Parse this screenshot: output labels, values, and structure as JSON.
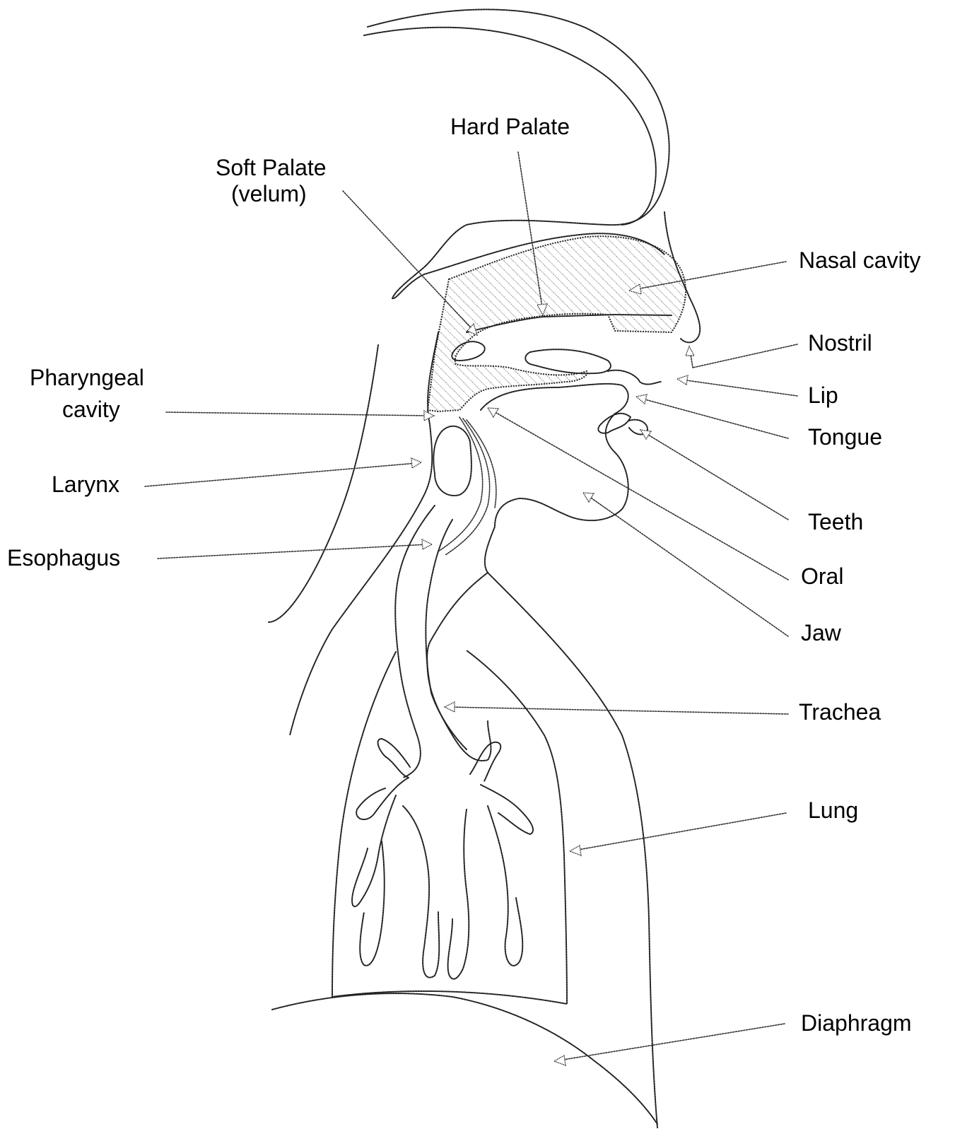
{
  "labels": {
    "hard_palate": "Hard Palate",
    "soft_palate_line1": "Soft Palate",
    "soft_palate_line2": "(velum)",
    "nasal_cavity": "Nasal cavity",
    "nostril": "Nostril",
    "pharyngeal_line1": "Pharyngeal",
    "pharyngeal_line2": "cavity",
    "lip": "Lip",
    "tongue": "Tongue",
    "larynx": "Larynx",
    "teeth": "Teeth",
    "esophagus": "Esophagus",
    "oral": "Oral",
    "jaw": "Jaw",
    "trachea": "Trachea",
    "lung": "Lung",
    "diaphragm": "Diaphragm"
  }
}
